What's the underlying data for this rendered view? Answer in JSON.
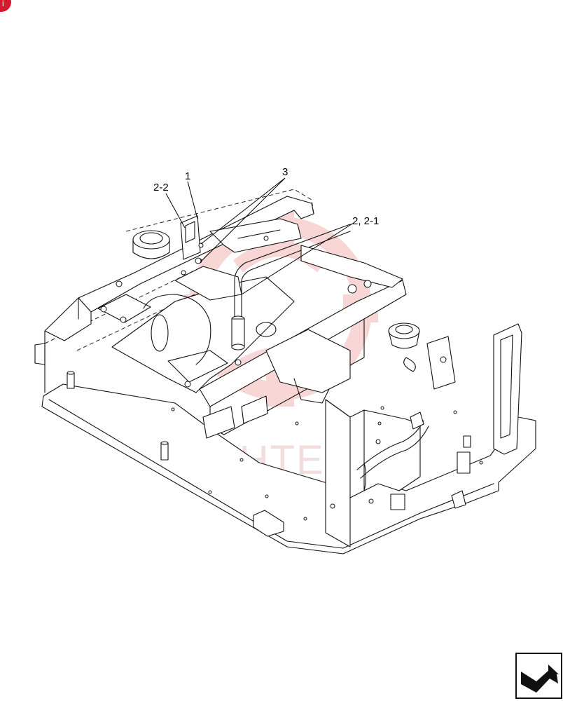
{
  "callouts": {
    "c1": "1",
    "c2_2": "2-2",
    "c3": "3",
    "c2_21": "2, 2-1"
  },
  "watermark": {
    "text": "ИНТЕХ",
    "color": "#e33b3b"
  },
  "icons": {
    "corner_badge": "red-badge-icon",
    "nav": "next-page-arrow-icon"
  }
}
